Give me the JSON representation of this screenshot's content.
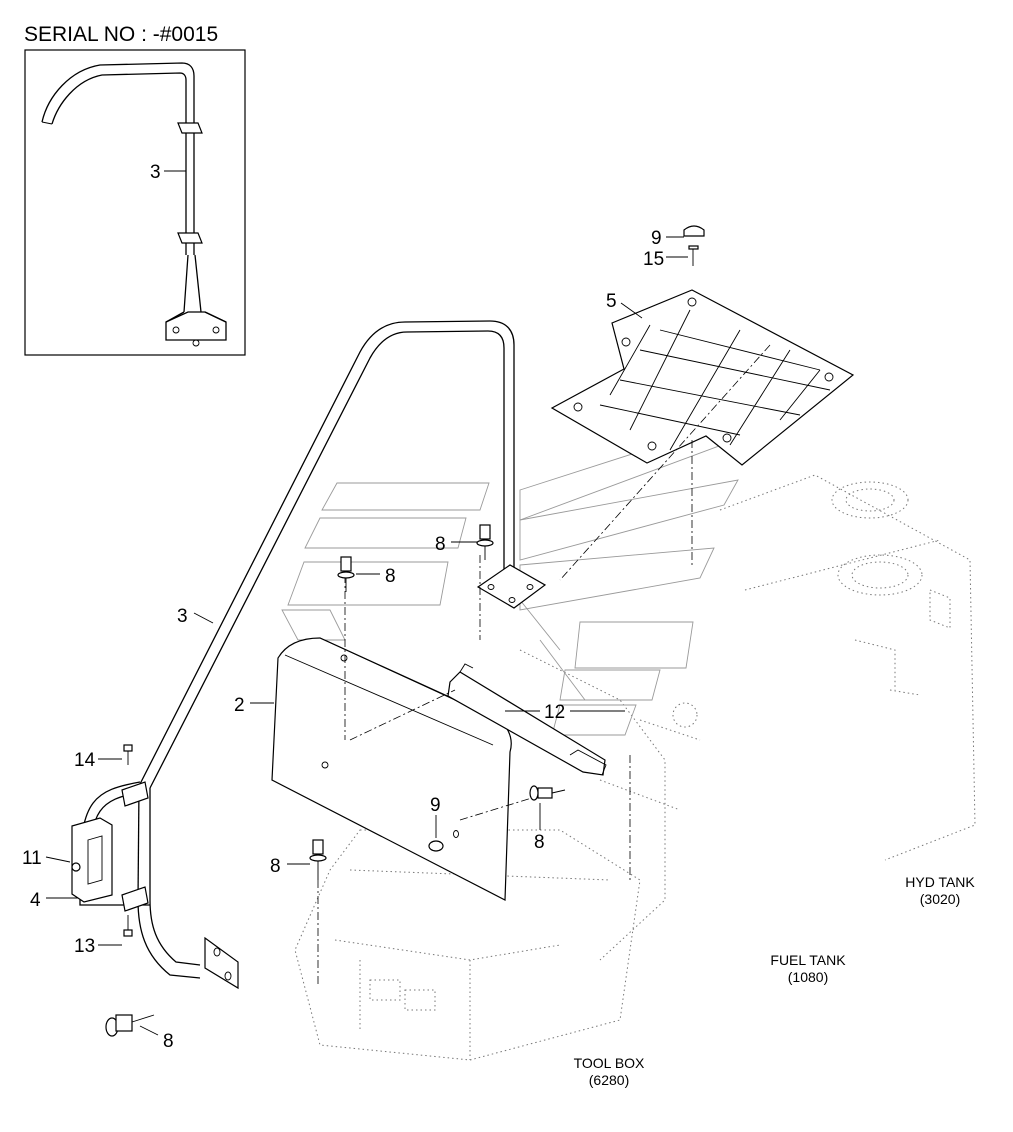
{
  "header": {
    "serial": "SERIAL NO : -#0015"
  },
  "callouts": {
    "inset_3": "3",
    "main_3": "3",
    "c2": "2",
    "c4": "4",
    "c5": "5",
    "c9_top": "9",
    "c9_mid": "9",
    "c11": "11",
    "c12": "12",
    "c13": "13",
    "c14": "14",
    "c15": "15",
    "c8_a": "8",
    "c8_b": "8",
    "c8_c": "8",
    "c8_d": "8",
    "c8_e": "8"
  },
  "references": [
    {
      "name": "HYD TANK",
      "code": "(3020)"
    },
    {
      "name": "FUEL TANK",
      "code": "(1080)"
    },
    {
      "name": "TOOL BOX",
      "code": "(6280)"
    }
  ]
}
